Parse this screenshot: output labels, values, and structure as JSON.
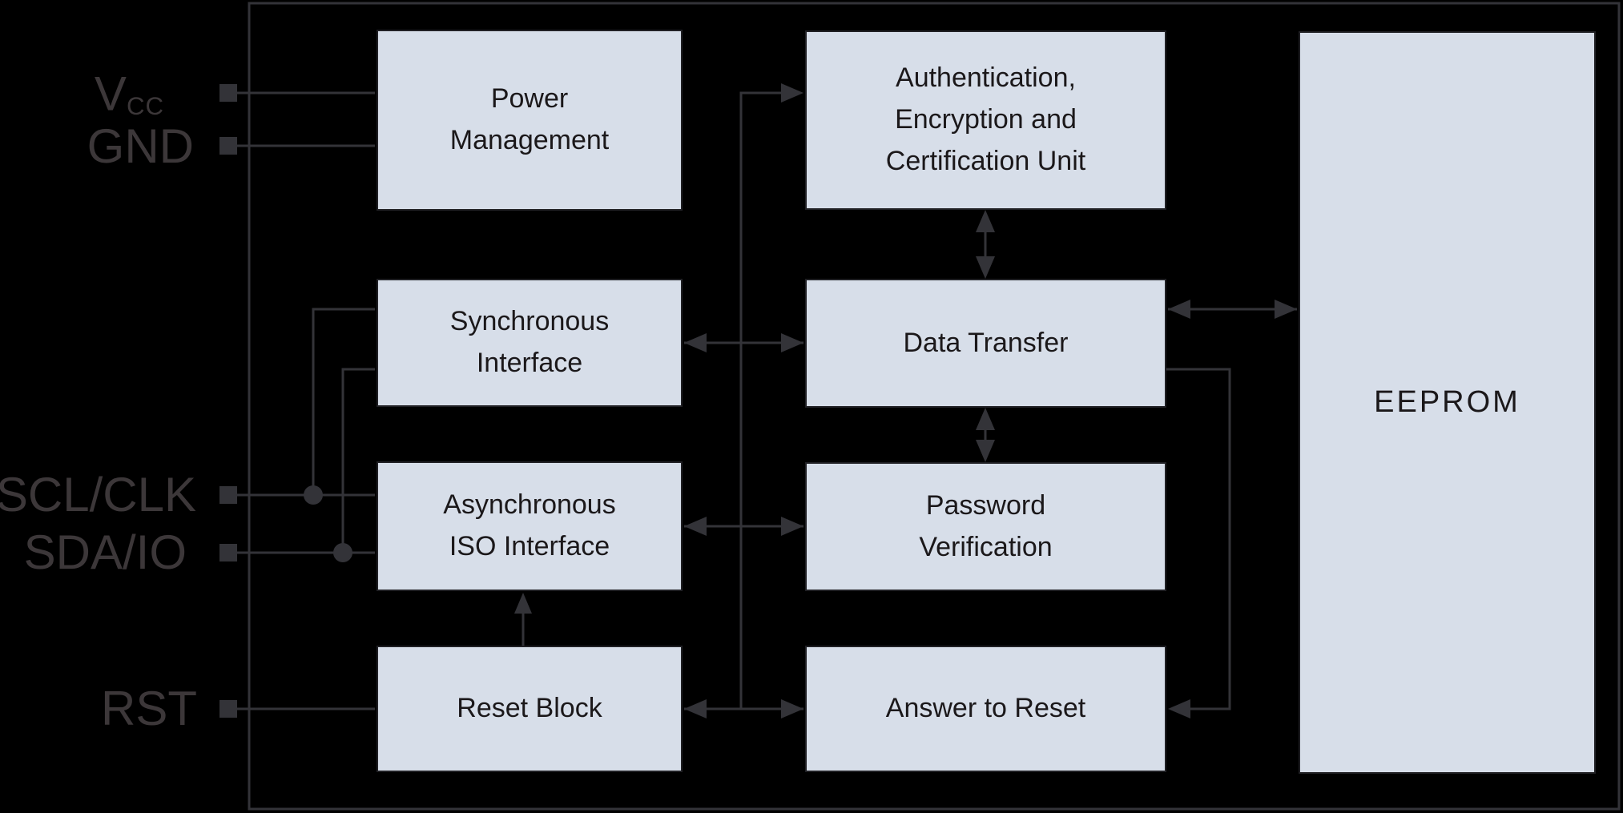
{
  "colors": {
    "bg": "#000000",
    "box_fill": "#d7dee9",
    "box_border": "#202024",
    "box_text": "#1b181a",
    "wire": "#333338",
    "pin_label": "#3c3739"
  },
  "blocks": {
    "power_management": "Power\nManagement",
    "authentication": "Authentication,\nEncryption and\nCertification Unit",
    "synchronous_interface": "Synchronous\nInterface",
    "data_transfer": "Data Transfer",
    "asynchronous_iso_interface": "Asynchronous\nISO Interface",
    "password_verification": "Password\nVerification",
    "reset_block": "Reset Block",
    "answer_to_reset": "Answer to Reset",
    "eeprom": "EEPROM"
  },
  "pin_labels": {
    "vcc": {
      "main": "V",
      "sub": "CC"
    },
    "gnd": "GND",
    "scl_clk": "SCL/CLK",
    "sda_io": "SDA/IO",
    "rst": "RST"
  }
}
